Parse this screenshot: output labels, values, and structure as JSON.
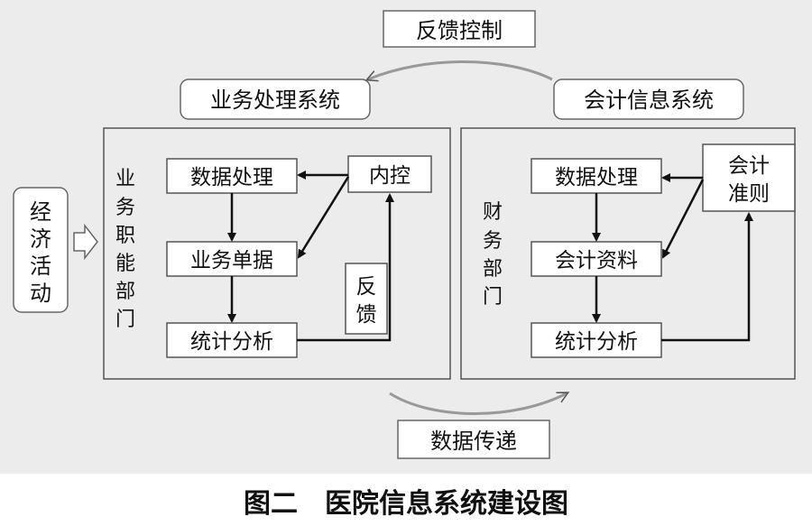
{
  "diagram": {
    "feedback_control": "反馈控制",
    "business_system": "业务处理系统",
    "accounting_system": "会计信息系统",
    "economic_activity": [
      "经",
      "济",
      "活",
      "动"
    ],
    "business_dept": [
      "业",
      "务",
      "职",
      "能",
      "部",
      "门"
    ],
    "finance_dept": [
      "财",
      "务",
      "部",
      "门"
    ],
    "left": {
      "data_processing": "数据处理",
      "business_doc": "业务单据",
      "statistical_analysis": "统计分析",
      "internal_control": "内控",
      "feedback": [
        "反",
        "馈"
      ]
    },
    "right": {
      "data_processing": "数据处理",
      "accounting_material": "会计资料",
      "statistical_analysis": "统计分析",
      "accounting_rules": [
        "会计",
        "准则"
      ]
    },
    "data_transfer": "数据传递"
  },
  "caption": "图二　医院信息系统建设图"
}
